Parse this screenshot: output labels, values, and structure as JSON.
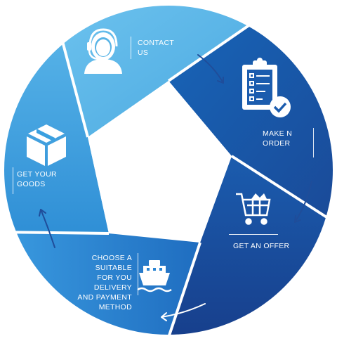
{
  "colors": {
    "segment_1": "#58b4e6",
    "segment_2": "#1d5fae",
    "segment_3": "#1a4fa0",
    "segment_4": "#2a84d2",
    "segment_5": "#3aa0e0",
    "arrow": "#1f4d9a",
    "icon": "#ffffff"
  },
  "steps": [
    {
      "label": "CONTACT\nUS",
      "icon": "support-agent-icon"
    },
    {
      "label": "MAKE N\nORDER",
      "icon": "clipboard-checklist-icon"
    },
    {
      "label": "GET AN OFFER",
      "icon": "shopping-cart-icon"
    },
    {
      "label": "CHOOSE A SUITABLE\nFOR YOU DELIVERY\nAND PAYMENT\nMETHOD",
      "icon": "ship-icon"
    },
    {
      "label": "GET YOUR\nGOODS",
      "icon": "package-box-icon"
    }
  ]
}
